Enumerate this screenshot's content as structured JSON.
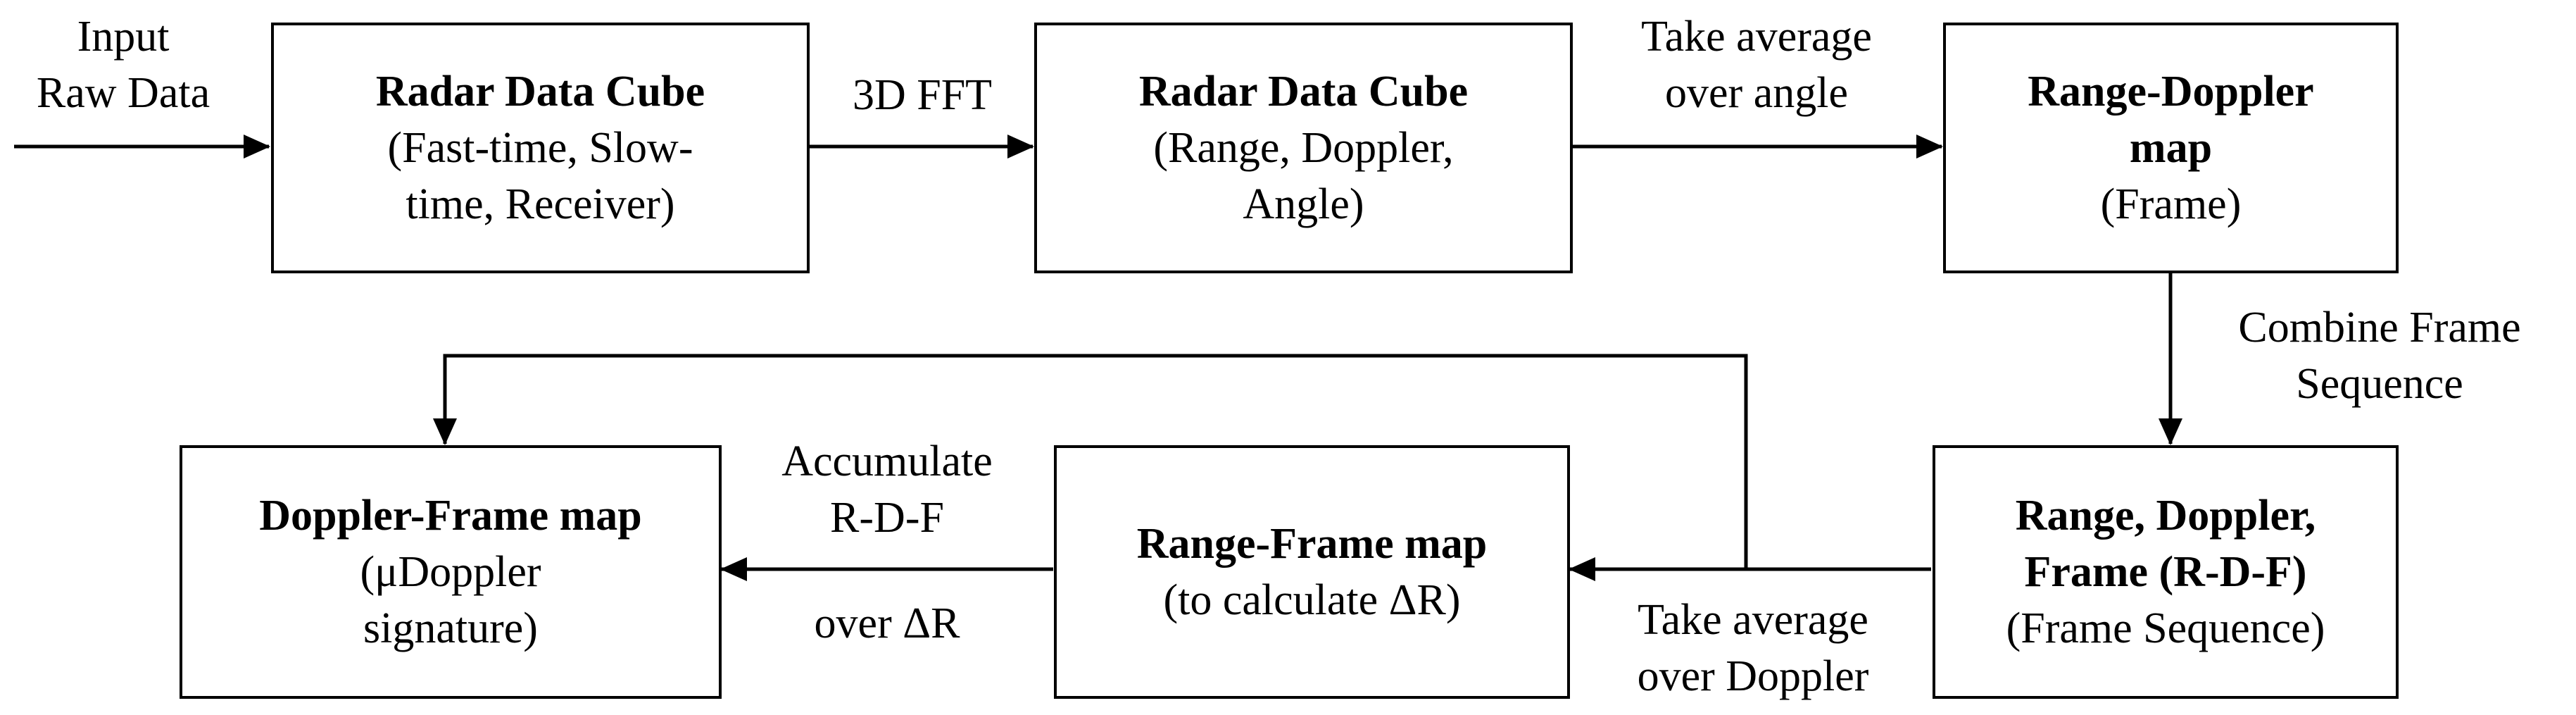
{
  "boxes": {
    "cube_raw": {
      "title": "Radar Data Cube",
      "lines": [
        "(Fast-time, Slow-",
        "time, Receiver)"
      ]
    },
    "cube_fft": {
      "title": "Radar Data Cube",
      "lines": [
        "(Range, Doppler,",
        "Angle)"
      ]
    },
    "rd_map": {
      "title_lines": [
        "Range-Doppler",
        "map"
      ],
      "lines": [
        "(Frame)"
      ]
    },
    "rdf": {
      "title_lines": [
        "Range, Doppler,",
        "Frame (R-D-F)"
      ],
      "lines": [
        "(Frame Sequence)"
      ]
    },
    "range_frame": {
      "title": "Range-Frame map",
      "lines": [
        "(to calculate ΔR)"
      ]
    },
    "doppler_frame": {
      "title": "Doppler-Frame map",
      "lines": [
        "(μDoppler",
        "signature)"
      ]
    }
  },
  "labels": {
    "input": [
      "Input",
      "Raw Data"
    ],
    "fft": "3D FFT",
    "avg_angle": [
      "Take average",
      "over angle"
    ],
    "combine": [
      "Combine Frame",
      "Sequence"
    ],
    "avg_doppler": [
      "Take average",
      "over Doppler"
    ],
    "accumulate": [
      "Accumulate",
      "R-D-F"
    ],
    "over_dr": "over ΔR"
  }
}
